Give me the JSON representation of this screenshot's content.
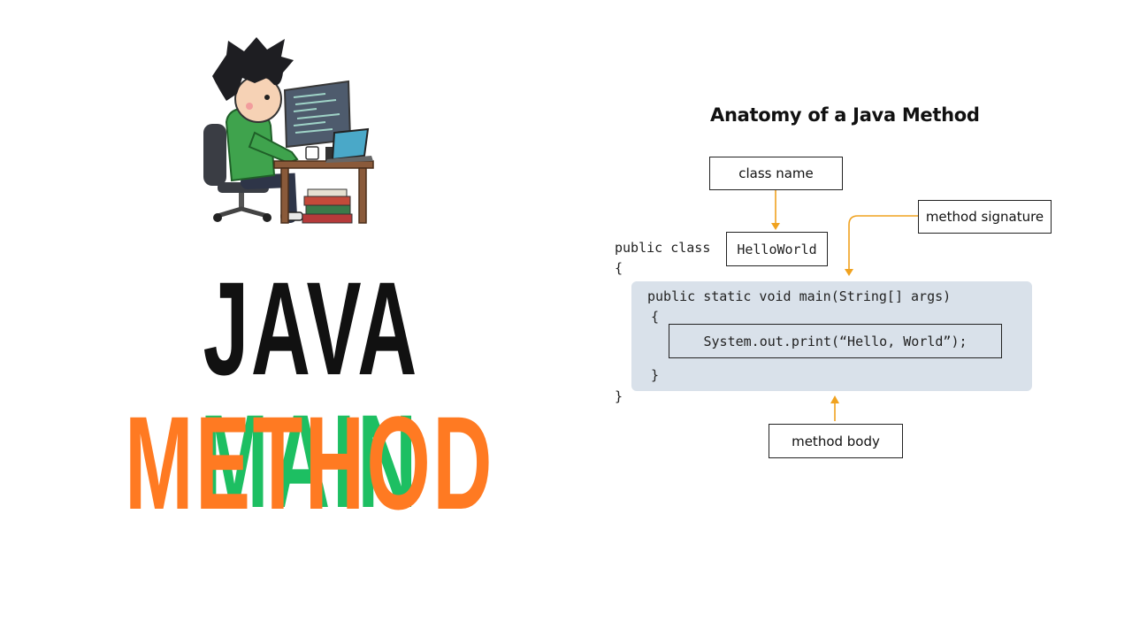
{
  "headline": {
    "word1": "JAVA",
    "word2": "MAIN",
    "word3": "METHOD",
    "colors": {
      "word1": "#111111",
      "word2": "#1dbf62",
      "word3": "#ff7a22"
    }
  },
  "illustration": {
    "icon": "programmer-at-desk-icon"
  },
  "diagram": {
    "title": "Anatomy of a Java Method",
    "labels": {
      "class_name": "class name",
      "method_signature": "method signature",
      "method_body": "method body"
    },
    "code": {
      "class_prefix": "public class",
      "class_name": "HelloWorld",
      "open_brace": "{",
      "signature": "public static void main(String[] args)",
      "method_open": "{",
      "statement": "System.out.print(“Hello, World”);",
      "method_close": "}",
      "close_brace": "}"
    },
    "colors": {
      "arrow": "#f0a21f",
      "panel": "#d9e1ea"
    }
  }
}
